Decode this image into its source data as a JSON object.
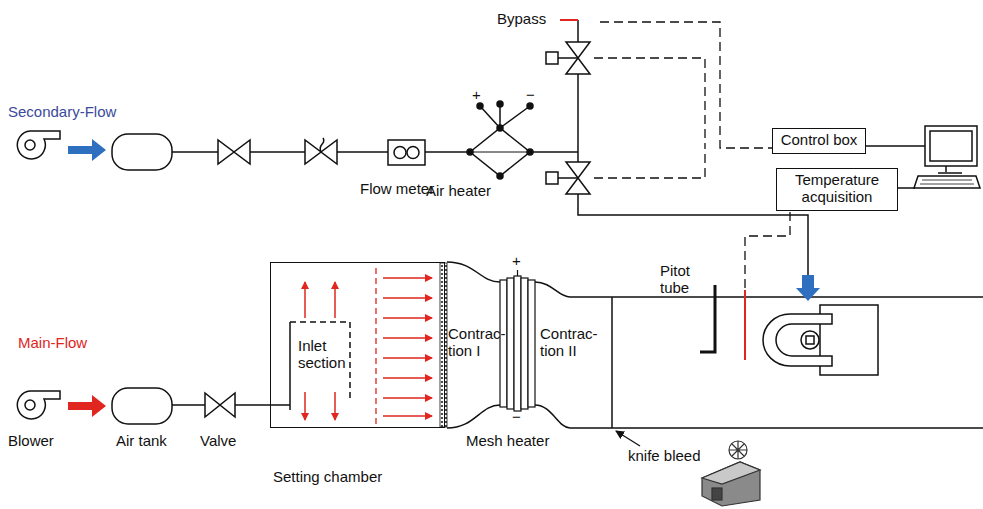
{
  "diagram": {
    "nodes": [
      {
        "text": [
          "Setting chamber"
        ]
      },
      {
        "text": [
          "Control box"
        ]
      },
      {
        "text": [
          "Temperature acquisition"
        ]
      }
    ],
    "labels": [
      "Bypass",
      "Secondary-Flow",
      "Flow meter",
      "Air heater",
      "+",
      "−",
      "Main-Flow",
      "Blower",
      "Air tank",
      "Valve",
      "Inlet section",
      "Contrac- tion I",
      "Contrac- tion II",
      "+",
      "−",
      "Mesh heater",
      "Pitot tube",
      "knife bleed"
    ]
  }
}
